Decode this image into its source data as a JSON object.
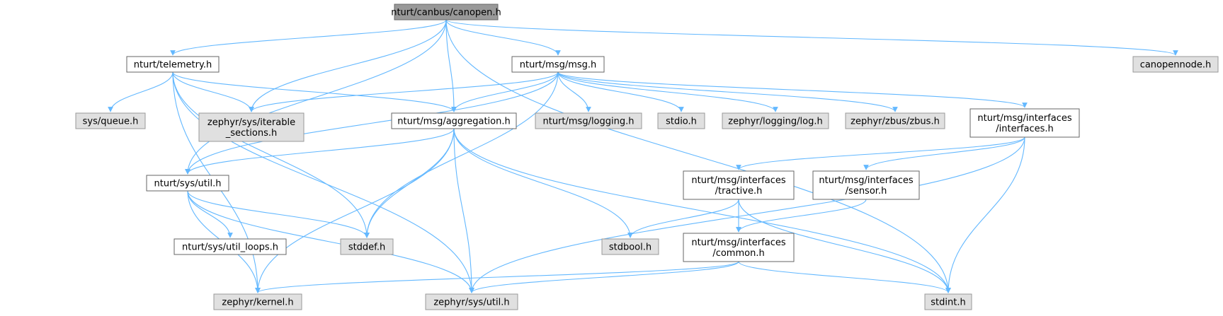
{
  "graph": {
    "edge_color": "#63b8ff",
    "root_fill": "#999999",
    "documented_fill": "#ffffff",
    "external_fill": "#e0e0e0",
    "nodes": [
      {
        "id": "canopen",
        "kind": "root",
        "lines": [
          "nturt/canbus/canopen.h"
        ]
      },
      {
        "id": "telemetry",
        "kind": "doc",
        "lines": [
          "nturt/telemetry.h"
        ]
      },
      {
        "id": "msg",
        "kind": "doc",
        "lines": [
          "nturt/msg/msg.h"
        ]
      },
      {
        "id": "canopennode",
        "kind": "ext",
        "lines": [
          "canopennode.h"
        ]
      },
      {
        "id": "queue",
        "kind": "ext",
        "lines": [
          "sys/queue.h"
        ]
      },
      {
        "id": "iterable",
        "kind": "ext",
        "lines": [
          "zephyr/sys/iterable",
          "_sections.h"
        ]
      },
      {
        "id": "aggregation",
        "kind": "doc",
        "lines": [
          "nturt/msg/aggregation.h"
        ]
      },
      {
        "id": "logging",
        "kind": "ext",
        "lines": [
          "nturt/msg/logging.h"
        ]
      },
      {
        "id": "stdio",
        "kind": "ext",
        "lines": [
          "stdio.h"
        ]
      },
      {
        "id": "zlog",
        "kind": "ext",
        "lines": [
          "zephyr/logging/log.h"
        ]
      },
      {
        "id": "zbus",
        "kind": "ext",
        "lines": [
          "zephyr/zbus/zbus.h"
        ]
      },
      {
        "id": "interfaces",
        "kind": "doc",
        "lines": [
          "nturt/msg/interfaces",
          "/interfaces.h"
        ]
      },
      {
        "id": "util",
        "kind": "doc",
        "lines": [
          "nturt/sys/util.h"
        ]
      },
      {
        "id": "tractive",
        "kind": "doc",
        "lines": [
          "nturt/msg/interfaces",
          "/tractive.h"
        ]
      },
      {
        "id": "sensor",
        "kind": "doc",
        "lines": [
          "nturt/msg/interfaces",
          "/sensor.h"
        ]
      },
      {
        "id": "utilloops",
        "kind": "doc",
        "lines": [
          "nturt/sys/util_loops.h"
        ]
      },
      {
        "id": "stddef",
        "kind": "ext",
        "lines": [
          "stddef.h"
        ]
      },
      {
        "id": "stdbool",
        "kind": "ext",
        "lines": [
          "stdbool.h"
        ]
      },
      {
        "id": "common",
        "kind": "doc",
        "lines": [
          "nturt/msg/interfaces",
          "/common.h"
        ]
      },
      {
        "id": "kernel",
        "kind": "ext",
        "lines": [
          "zephyr/kernel.h"
        ]
      },
      {
        "id": "zutil",
        "kind": "ext",
        "lines": [
          "zephyr/sys/util.h"
        ]
      },
      {
        "id": "stdint",
        "kind": "ext",
        "lines": [
          "stdint.h"
        ]
      }
    ],
    "edges": [
      [
        "canopen",
        "telemetry"
      ],
      [
        "canopen",
        "msg"
      ],
      [
        "canopen",
        "canopennode"
      ],
      [
        "canopen",
        "iterable"
      ],
      [
        "canopen",
        "aggregation"
      ],
      [
        "canopen",
        "util"
      ],
      [
        "canopen",
        "stdint"
      ],
      [
        "telemetry",
        "queue"
      ],
      [
        "telemetry",
        "iterable"
      ],
      [
        "telemetry",
        "aggregation"
      ],
      [
        "telemetry",
        "stddef"
      ],
      [
        "telemetry",
        "kernel"
      ],
      [
        "telemetry",
        "zutil"
      ],
      [
        "msg",
        "iterable"
      ],
      [
        "msg",
        "aggregation"
      ],
      [
        "msg",
        "logging"
      ],
      [
        "msg",
        "stdio"
      ],
      [
        "msg",
        "zlog"
      ],
      [
        "msg",
        "zbus"
      ],
      [
        "msg",
        "interfaces"
      ],
      [
        "msg",
        "util"
      ],
      [
        "msg",
        "stddef"
      ],
      [
        "aggregation",
        "util"
      ],
      [
        "aggregation",
        "stddef"
      ],
      [
        "aggregation",
        "stdbool"
      ],
      [
        "aggregation",
        "kernel"
      ],
      [
        "aggregation",
        "zutil"
      ],
      [
        "aggregation",
        "stdint"
      ],
      [
        "interfaces",
        "tractive"
      ],
      [
        "interfaces",
        "sensor"
      ],
      [
        "interfaces",
        "zutil"
      ],
      [
        "interfaces",
        "stdint"
      ],
      [
        "util",
        "utilloops"
      ],
      [
        "util",
        "stddef"
      ],
      [
        "util",
        "kernel"
      ],
      [
        "util",
        "zutil"
      ],
      [
        "tractive",
        "stdbool"
      ],
      [
        "tractive",
        "common"
      ],
      [
        "tractive",
        "stdint"
      ],
      [
        "sensor",
        "common"
      ],
      [
        "common",
        "kernel"
      ],
      [
        "common",
        "zutil"
      ],
      [
        "common",
        "stdint"
      ]
    ]
  }
}
